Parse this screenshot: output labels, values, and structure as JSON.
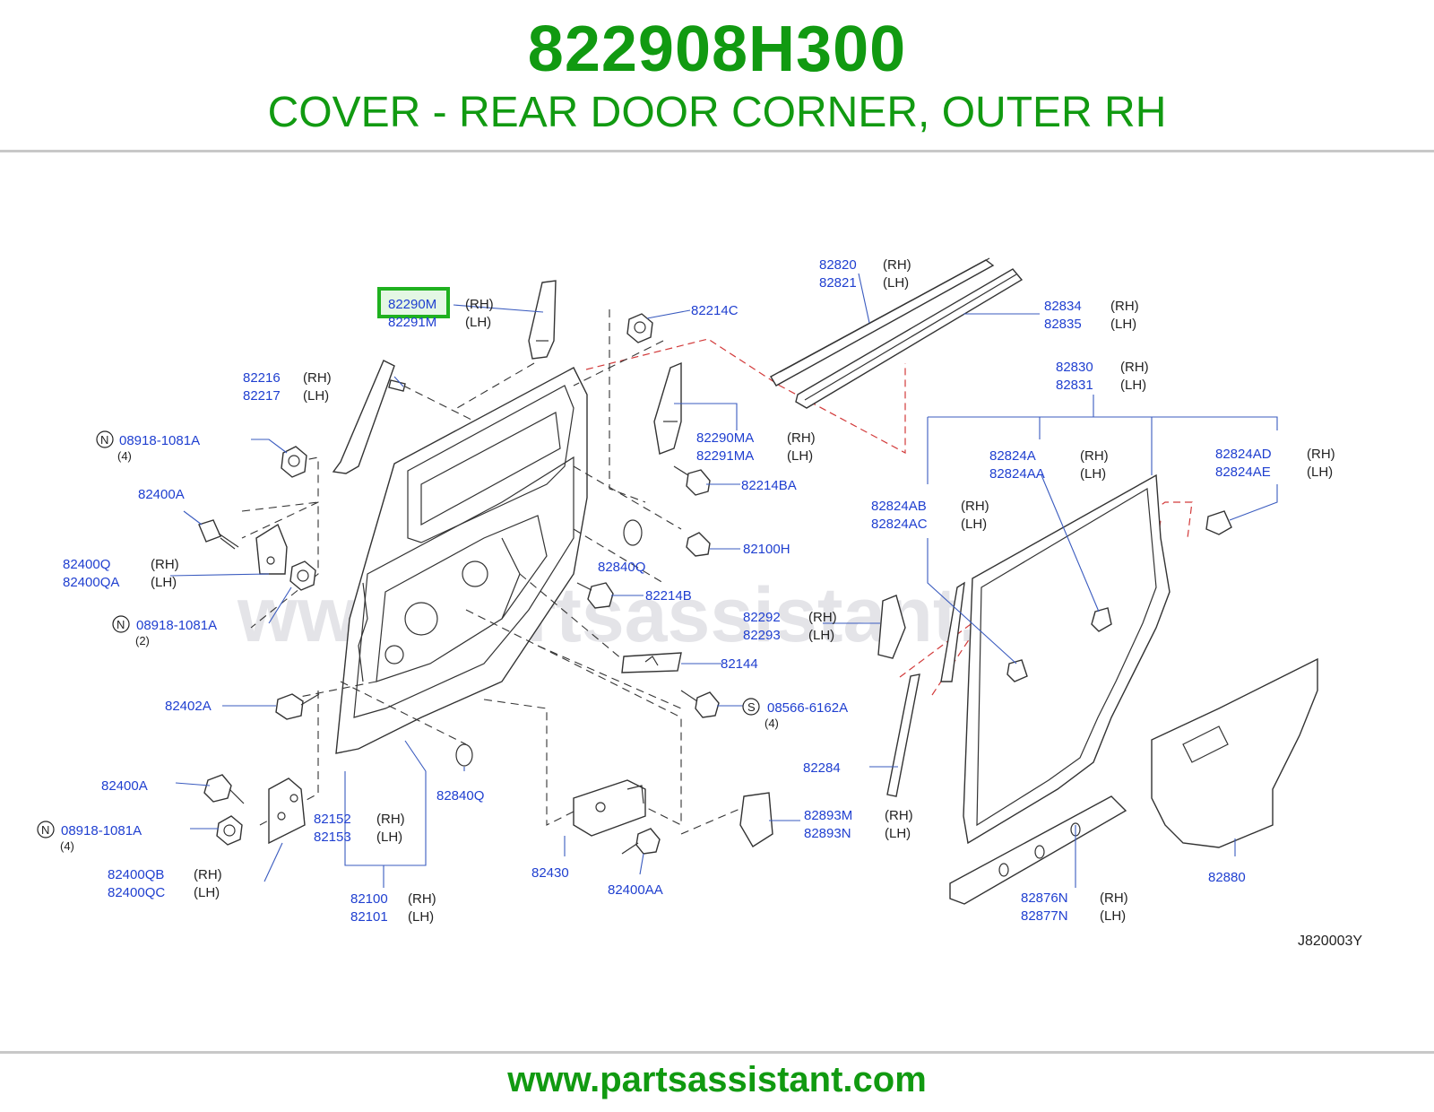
{
  "header": {
    "part_number": "822908H300",
    "description": "COVER - REAR DOOR CORNER, OUTER RH"
  },
  "watermark": "www.partsassistant.com",
  "footer_url": "www.partsassistant.com",
  "diagram_code": "J820003Y",
  "highlight_color": "#1fb11f",
  "text_color": "#119a11",
  "label_color": "#1f3fd0",
  "labels": {
    "l82290M": "82290M",
    "l82291M": "82291M",
    "l82214C": "82214C",
    "l82820": "82820",
    "l82821": "82821",
    "l82834": "82834",
    "l82835": "82835",
    "l82216": "82216",
    "l82217": "82217",
    "l82830": "82830",
    "l82831": "82831",
    "l08918a": "08918-1081A",
    "l82290MA": "82290MA",
    "l82291MA": "82291MA",
    "l82824A": "82824A",
    "l82824AA": "82824AA",
    "l82824AD": "82824AD",
    "l82824AE": "82824AE",
    "l82214BA": "82214BA",
    "l82400A_1": "82400A",
    "l82824AB": "82824AB",
    "l82824AC": "82824AC",
    "l82100H": "82100H",
    "l82400Q": "82400Q",
    "l82400QA": "82400QA",
    "l82840Q_1": "82840Q",
    "l82214B": "82214B",
    "l08918b": "08918-1081A",
    "l82292": "82292",
    "l82293": "82293",
    "l82144": "82144",
    "l82402A": "82402A",
    "l08566": "08566-6162A",
    "l82284": "82284",
    "l82400A_2": "82400A",
    "l82152": "82152",
    "l82153": "82153",
    "l82840Q_2": "82840Q",
    "l82893M": "82893M",
    "l82893N": "82893N",
    "l08918c": "08918-1081A",
    "l82400QB": "82400QB",
    "l82400QC": "82400QC",
    "l82430": "82430",
    "l82400AA": "82400AA",
    "l82880": "82880",
    "l82100": "82100",
    "l82101": "82101",
    "l82876N": "82876N",
    "l82877N": "82877N"
  },
  "side": {
    "rh": "(RH)",
    "lh": "(LH)"
  },
  "qty": {
    "q4": "(4)",
    "q2": "(2)"
  },
  "symbols": {
    "n": "N",
    "s": "S"
  }
}
